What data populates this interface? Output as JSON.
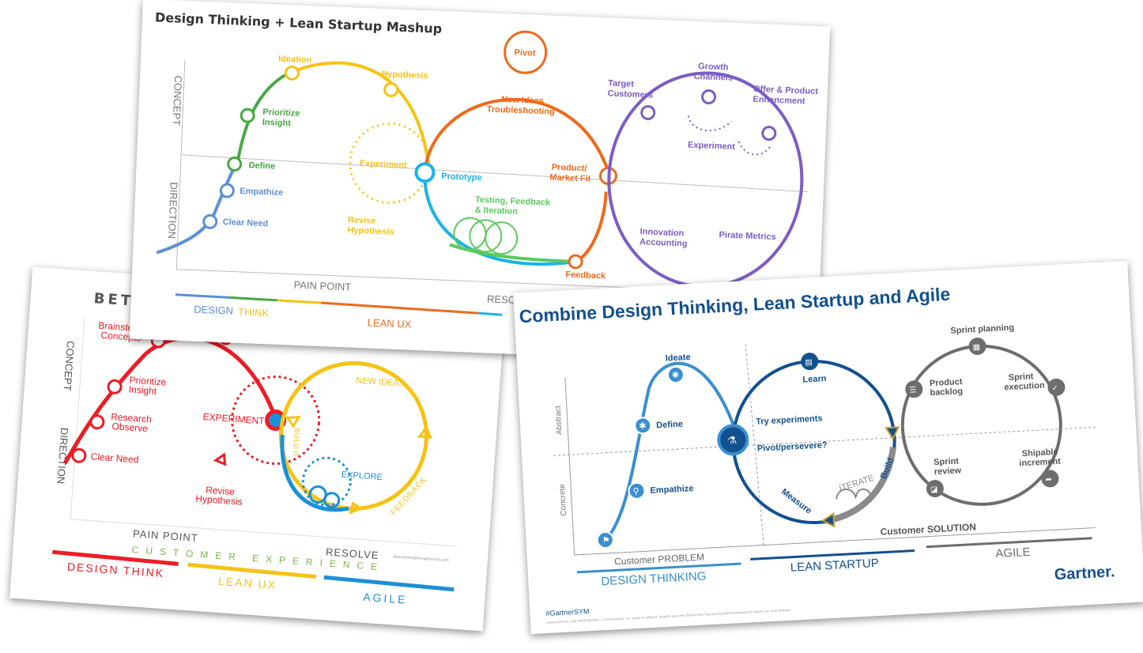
{
  "slide_left": {
    "title_fragment": "BETT",
    "axis_concept": "CONCEPT",
    "axis_direction": "DIRECTION",
    "labels": {
      "brainstorm": "Brainstorm\nConcepts",
      "prioritize": "Prioritize\nInsight",
      "research": "Research\nObserve",
      "clear_need": "Clear Need",
      "experiment": "EXPERIMENT",
      "revise": "Revise\nHypothesis",
      "new_ideas": "NEW IDEAS",
      "build_it": "BUILD IT",
      "explore": "EXPLORE",
      "feedback": "FEEDBACK"
    },
    "pain_point": "PAIN POINT",
    "resolve": "RESOLVE",
    "customer_experience": "CUSTOMER EXPERIENCE",
    "design_think": "DESIGN THINK",
    "lean_ux": "LEAN UX",
    "agile": "AGILE",
    "credit": "dave.landis@thoughtworks.com",
    "colors": {
      "red": "#ee1c25",
      "yellow": "#f5c314",
      "blue": "#1b8fd9"
    }
  },
  "slide_top": {
    "title": "Design Thinking + Lean Startup Mashup",
    "axis_concept": "CONCEPT",
    "axis_direction": "DIRECTION",
    "labels": {
      "ideation": "Ideation",
      "hypothesis": "Hypothesis",
      "prioritize": "Prioritize\nInsight",
      "define": "Define",
      "empathize": "Empathize",
      "clear_need": "Clear Need",
      "experiment": "Experiment",
      "revise": "Revise\nHypothesis",
      "prototype": "Prototype",
      "pivot": "Pivot",
      "new_ideas": "New Ideas\nTroubleshooting",
      "testing": "Testing, Feedback\n& Iteration",
      "product_market_fit": "Product/\nMarket Fit",
      "feedback": "Feedback",
      "target_customers": "Target\nCustomers",
      "growth_channels": "Growth\nChannels",
      "offer": "Offer & Product\nEnhancment",
      "experiment2": "Experiment",
      "innovation": "Innovation\nAccounting",
      "pirate": "Pirate Metrics"
    },
    "pain_point": "PAIN POINT",
    "resolve": "RESO",
    "design": "DESIGN",
    "think": "THINK",
    "lean_ux": "LEAN UX",
    "colors": {
      "blue": "#5b8fd9",
      "green": "#48a845",
      "yellow": "#f5c314",
      "cyan": "#19b3e6",
      "orange": "#ee6a1c",
      "purple": "#7c5cc4",
      "lightgreen": "#5ec85e"
    }
  },
  "slide_right": {
    "title": "Combine Design Thinking, Lean Startup and Agile",
    "axis_abstract": "Abstract",
    "axis_concrete": "Concrete",
    "labels": {
      "ideate": "Ideate",
      "define": "Define",
      "empathize": "Empathize",
      "learn": "Learn",
      "try": "Try experiments",
      "pivot": "Pivot/persevere?",
      "measure": "Measure",
      "iterate": "ITERATE",
      "build": "Build",
      "sprint_planning": "Sprint planning",
      "product_backlog": "Product\nbacklog",
      "sprint_execution": "Sprint\nexecution",
      "sprint_review": "Sprint\nreview",
      "shipable": "Shipable\nincrement"
    },
    "customer_problem": "Customer PROBLEM",
    "customer_solution": "Customer SOLUTION",
    "design_thinking": "DESIGN THINKING",
    "lean_startup": "LEAN STARTUP",
    "agile": "AGILE",
    "gartner": "Gartner.",
    "hashtag": "#GartnerSYM",
    "footer": "CONFIDENTIAL AND PROPRIETARY  |  © 2018 Gartner, Inc. and/or its affiliates. All rights reserved. Gartner and ITxpo are registered trademarks of Gartner, Inc. or its affiliates.",
    "colors": {
      "lightblue": "#3a8fd0",
      "navy": "#12508f",
      "gray": "#6d6d6d",
      "gold": "#c9a227"
    }
  }
}
